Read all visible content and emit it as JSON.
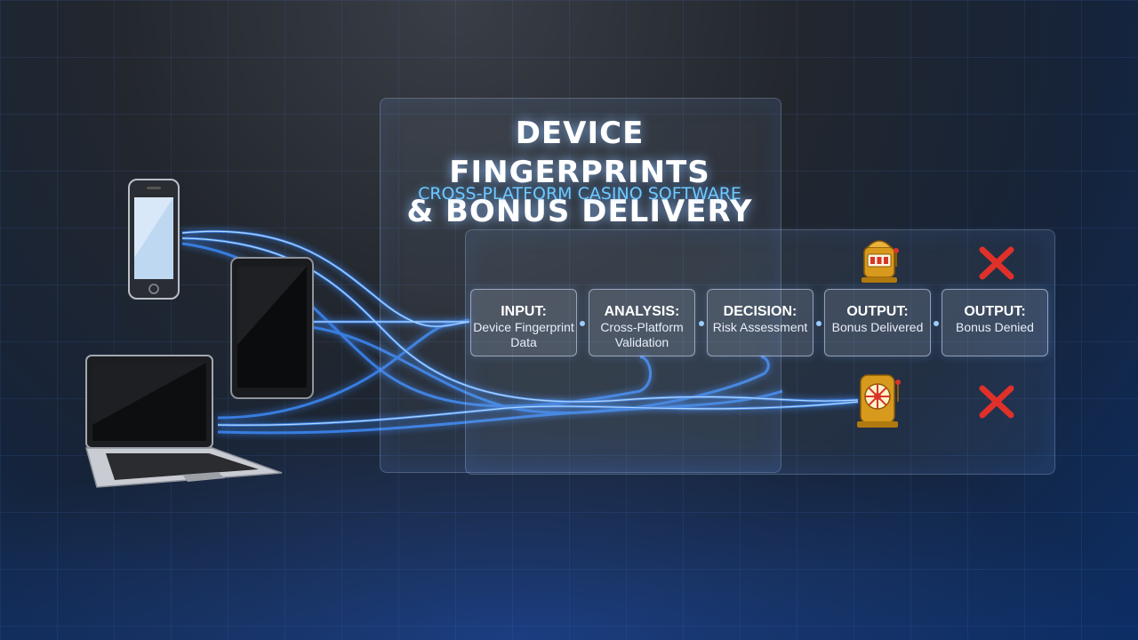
{
  "header": {
    "title_line1": "DEVICE FINGERPRINTS",
    "title_line2": "& BONUS DELIVERY",
    "subtitle": "CROSS-PLATFORM CASINO SOFTWARE"
  },
  "steps": [
    {
      "heading": "INPUT:",
      "desc_line1": "Device Fingerprint",
      "desc_line2": "Data"
    },
    {
      "heading": "ANALYSIS:",
      "desc_line1": "Cross-Platform",
      "desc_line2": "Validation"
    },
    {
      "heading": "DECISION:",
      "desc_line1": "Risk Assessment",
      "desc_line2": ""
    },
    {
      "heading": "OUTPUT:",
      "desc_line1": "Bonus Delivered",
      "desc_line2": ""
    },
    {
      "heading": "OUTPUT:",
      "desc_line1": "Bonus Denied",
      "desc_line2": ""
    }
  ],
  "colors": {
    "flow": "#3c8dff",
    "flow_core": "#bfe0ff",
    "deny": "#e0302a",
    "gold": "#e0a020"
  },
  "icons": [
    "smartphone-icon",
    "tablet-icon",
    "laptop-icon",
    "slot-machine-icon",
    "fortune-wheel-icon",
    "deny-x-icon"
  ]
}
